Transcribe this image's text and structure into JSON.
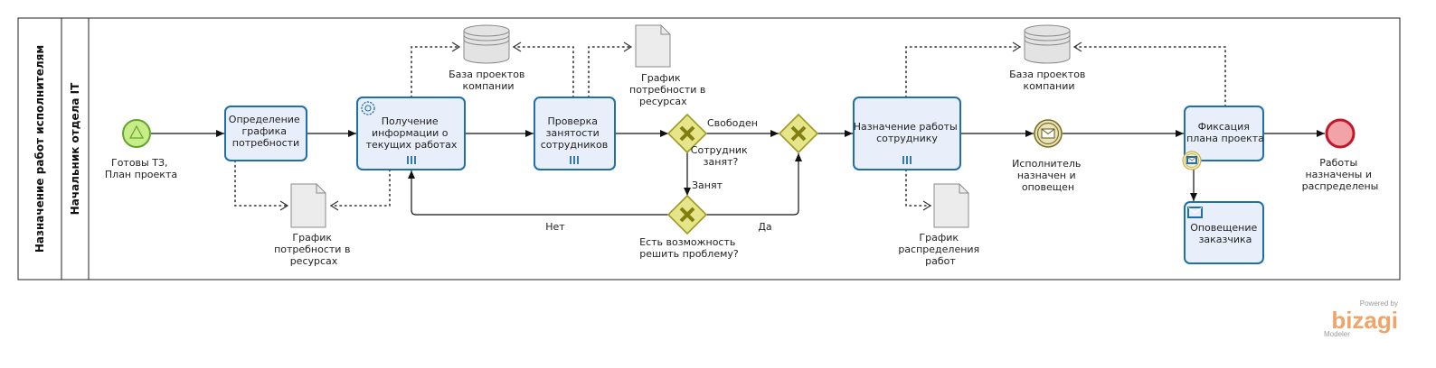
{
  "pool": {
    "title": "Назначение работ исполнителям"
  },
  "lane": {
    "title": "Начальник отдела IT"
  },
  "events": {
    "start": [
      "Готовы ТЗ,",
      "План проекта"
    ],
    "intermediate": [
      "Исполнитель",
      "назначен и",
      "оповещен"
    ],
    "end": [
      "Работы",
      "назначены и",
      "распределены"
    ]
  },
  "tasks": {
    "define_schedule": [
      "Определение",
      "графика",
      "потребности"
    ],
    "get_info": [
      "Получение",
      "информации о",
      "текущих работах"
    ],
    "check_busy": [
      "Проверка",
      "занятости",
      "сотрудников"
    ],
    "assign": [
      "Назначение работы",
      "сотруднику"
    ],
    "fix_plan": [
      "Фиксация",
      "плана проекта"
    ],
    "notify": [
      "Оповещение",
      "заказчика"
    ]
  },
  "gateways": {
    "employee_busy": [
      "Сотрудник",
      "занят?"
    ],
    "can_solve": [
      "Есть возможность",
      "решить проблему?"
    ]
  },
  "flow_labels": {
    "free": "Свободен",
    "busy": "Занят",
    "no": "Нет",
    "yes": "Да"
  },
  "artifacts": {
    "db1": [
      "База проектов",
      "компании"
    ],
    "db2": [
      "База проектов",
      "компании"
    ],
    "doc_need_1": [
      "График",
      "потребности в",
      "ресурсах"
    ],
    "doc_need_2": [
      "График",
      "потребности в",
      "ресурсах"
    ],
    "doc_dist": [
      "График",
      "распределения",
      "работ"
    ]
  },
  "branding": {
    "powered_by": "Powered by",
    "name": "bizagi",
    "product": "Modeler"
  },
  "colors": {
    "task_fill": "#e8eefa",
    "task_stroke": "#1f6fa8",
    "start_fill": "#c8ec88",
    "start_stroke": "#62a52a",
    "end_fill": "#f1a3a8",
    "end_stroke": "#c0182a",
    "gateway_fill": "#e6e58a",
    "message_fill": "#e8e3b8"
  }
}
